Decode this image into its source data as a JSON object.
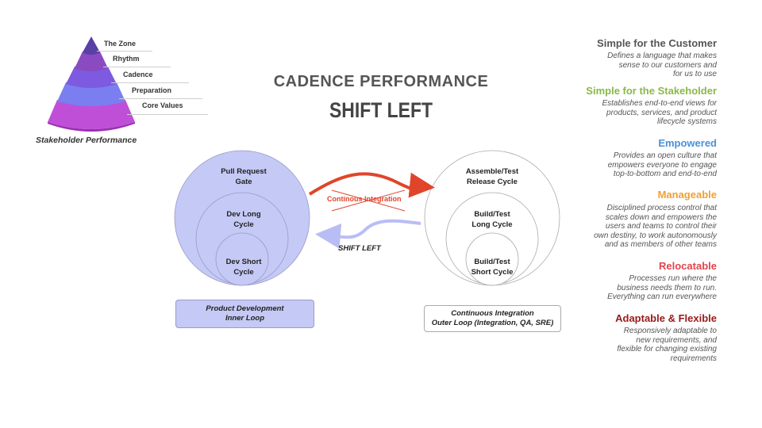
{
  "pyramid": {
    "levels": [
      {
        "label": "The Zone",
        "color": "#5a3fa6"
      },
      {
        "label": "Rhythm",
        "color": "#8a4bc0"
      },
      {
        "label": "Cadence",
        "color": "#7d5ae0"
      },
      {
        "label": "Preparation",
        "color": "#7b7ef0"
      },
      {
        "label": "Core Values",
        "color": "#c04fd8"
      }
    ],
    "caption": "Stakeholder Performance"
  },
  "header": {
    "title": "CADENCE PERFORMANCE",
    "subtitle": "SHIFT LEFT"
  },
  "left_diagram": {
    "outer": "Pull Request\nGate",
    "middle": "Dev Long\nCycle",
    "inner": "Dev Short\nCycle",
    "box": "Product Development\nInner Loop",
    "fill_color": "#c5c9f5"
  },
  "right_diagram": {
    "outer": "Assemble/Test\nRelease Cycle",
    "middle": "Build/Test\nLong Cycle",
    "inner": "Build/Test\nShort Cycle",
    "box": "Continuous Integration\nOuter Loop (Integration, QA,  SRE)"
  },
  "arrows": {
    "top_label": "Continous Integration",
    "top_color": "#e0452b",
    "bottom_label": "SHIFT LEFT",
    "bottom_color": "#b9bdf5"
  },
  "principles": [
    {
      "heading": "Simple for the Customer",
      "color": "#555555",
      "text": "Defines a language that makes\nsense to our customers and\nfor us to use"
    },
    {
      "heading": "Simple for the Stakeholder",
      "color": "#8ab84a",
      "text": "Establishes end-to-end views for\nproducts, services, and product\nlifecycle  systems"
    },
    {
      "heading": "Empowered",
      "color": "#4a90d9",
      "text": "Provides an open culture that\nempowers everyone to engage\ntop-to-bottom and end-to-end"
    },
    {
      "heading": "Manageable",
      "color": "#f0a030",
      "text": "Disciplined process control that\nscales down and empowers the\nusers and teams to control their\nown destiny, to work autonomously\nand as members of other teams"
    },
    {
      "heading": "Relocatable",
      "color": "#e0454a",
      "text": "Processes run where the\nbusiness needs them to run.\nEverything can run everywhere"
    },
    {
      "heading": "Adaptable & Flexible",
      "color": "#9a1a1a",
      "text": "Responsively adaptable to\nnew requirements, and\nflexible for changing  existing\nrequirements"
    }
  ]
}
